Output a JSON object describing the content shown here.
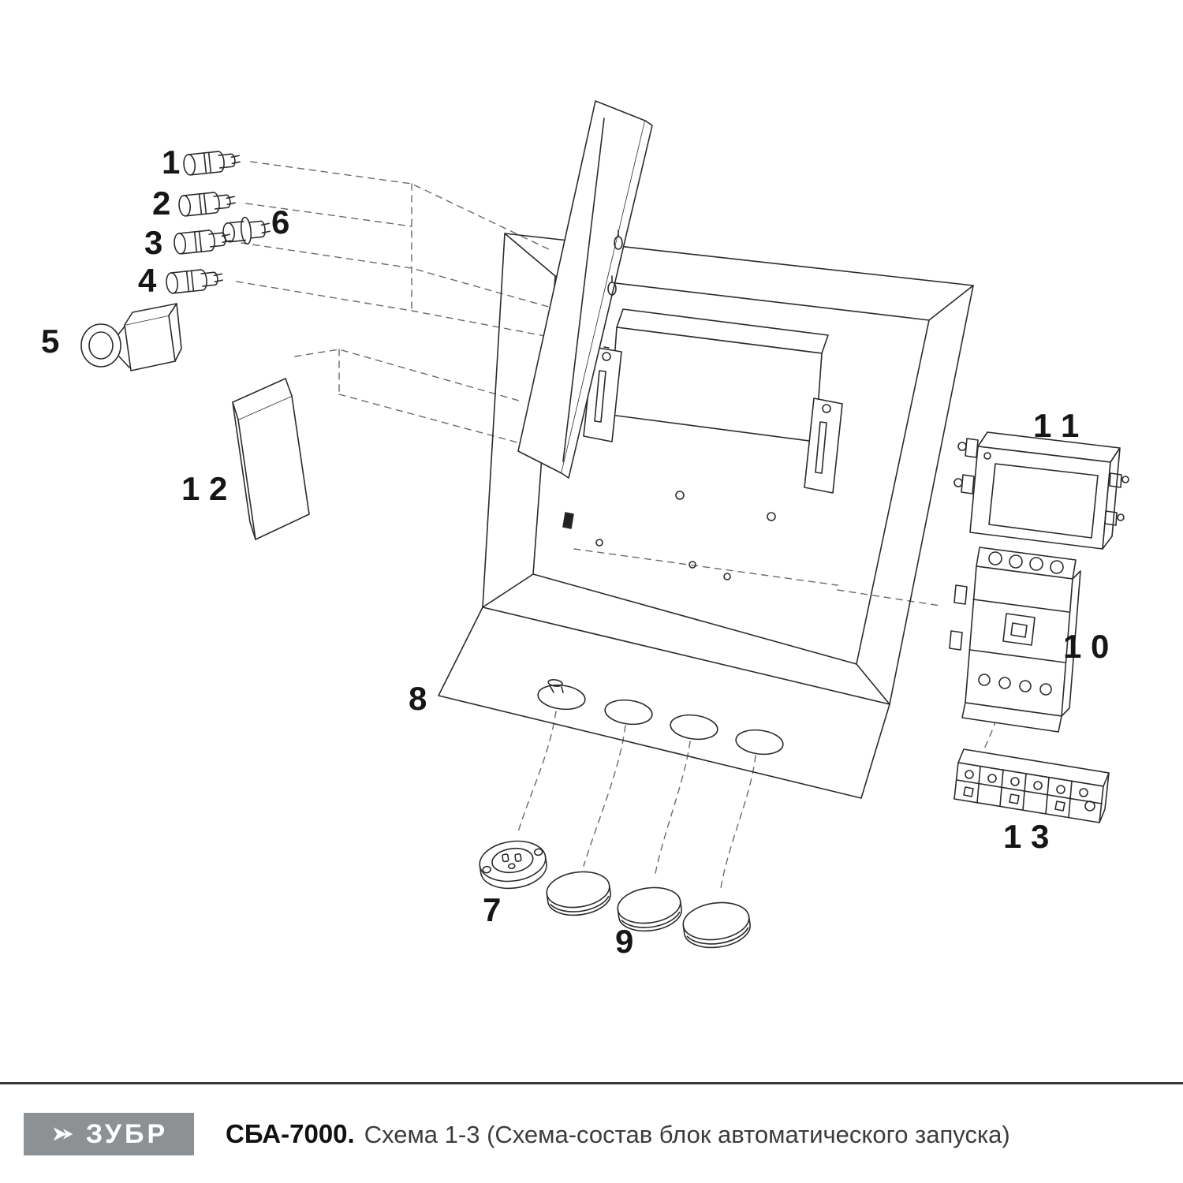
{
  "footer": {
    "brand": "ЗУБР",
    "model": "СБА-7000.",
    "subtitle": "Схема 1-3 (Схема-состав блок автоматического запуска)"
  },
  "parts": {
    "p1": "1",
    "p2": "2",
    "p3": "3",
    "p4": "4",
    "p5": "5",
    "p6": "6",
    "p7": "7",
    "p8": "8",
    "p9": "9",
    "p10": "1 0",
    "p11": "1 1",
    "p12": "1 2",
    "p13": "1 3"
  }
}
